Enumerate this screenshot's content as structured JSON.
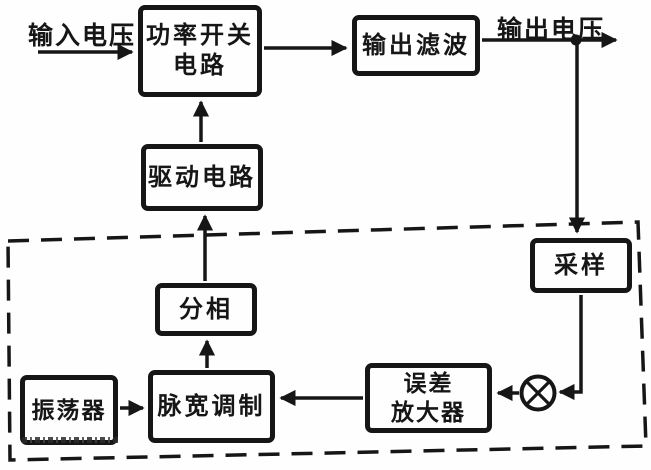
{
  "diagram": {
    "type": "block-diagram",
    "subject": "switching-power-supply-control-loop",
    "labels": {
      "input_voltage": "输入电压",
      "output_voltage": "输出电压"
    },
    "blocks": {
      "power_switch": {
        "line1": "功率开关",
        "line2": "电路"
      },
      "output_filter": {
        "label": "输出滤波"
      },
      "drive": {
        "label": "驱动电路"
      },
      "sampling": {
        "label": "采样"
      },
      "phase_split": {
        "label": "分相"
      },
      "oscillator": {
        "label": "振荡器"
      },
      "pwm": {
        "label": "脉宽调制"
      },
      "error_amp": {
        "line1": "误差",
        "line2": "放大器"
      }
    },
    "symbols": {
      "mixer": "circle-with-cross (⊗) comparison node"
    },
    "edges": [
      "输入电压 → 功率开关电路",
      "功率开关电路 → 输出滤波",
      "输出滤波 → 输出电压",
      "输出电压 ↓ 采样",
      "采样 ↓→ ⊗",
      "⊗ → 误差放大器",
      "误差放大器 → 脉宽调制",
      "振荡器 → 脉宽调制",
      "脉宽调制 ↑ 分相",
      "分相 ↑ 驱动电路",
      "驱动电路 ↑ 功率开关电路"
    ],
    "colors": {
      "line": "#161616",
      "background": "#fefefe",
      "text": "#161616"
    }
  }
}
